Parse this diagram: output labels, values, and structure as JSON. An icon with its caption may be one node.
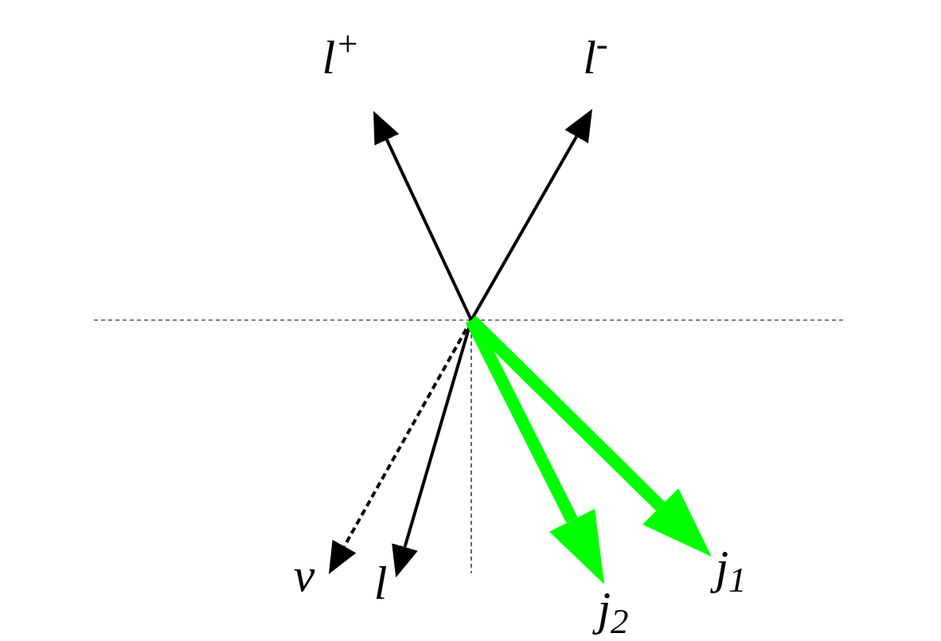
{
  "diagram": {
    "nodes": [
      {
        "text": [
          "l$^{+}$"
        ]
      },
      {
        "text": [
          "l$^{-}$"
        ]
      },
      {
        "text": [
          "v"
        ]
      },
      {
        "text": [
          "l"
        ]
      },
      {
        "text": [
          "j$_{1}$"
        ]
      },
      {
        "text": [
          "j$_{2}$"
        ]
      }
    ],
    "edges": [
      {
        "from": null,
        "to": 0,
        "arrow": "to"
      },
      {
        "from": null,
        "to": 1,
        "arrow": "to"
      },
      {
        "from": null,
        "to": 2,
        "arrow": "to",
        "style": "dashed"
      },
      {
        "from": null,
        "to": 3,
        "arrow": "to"
      },
      {
        "from": null,
        "to": 4,
        "arrow": "to",
        "style": "thick",
        "color": "#00ff00"
      },
      {
        "from": null,
        "to": 5,
        "arrow": "to",
        "style": "thick",
        "color": "#00ff00"
      }
    ]
  }
}
